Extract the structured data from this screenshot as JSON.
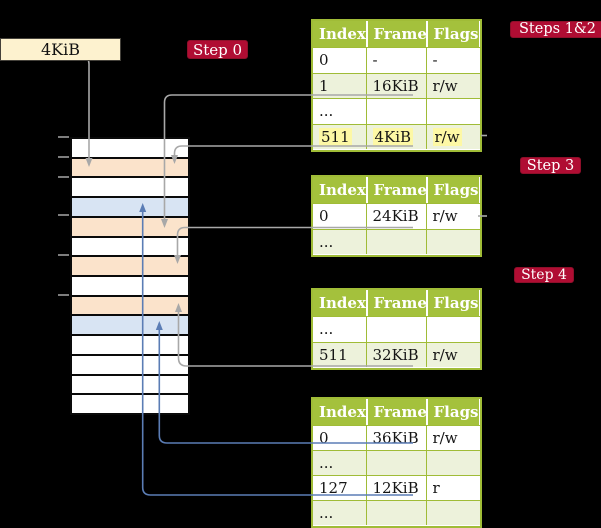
{
  "frame_box": {
    "label": "4KiB"
  },
  "badges": {
    "step0": "Step 0",
    "steps12": "Steps 1&2",
    "step3": "Step 3",
    "step4": "Step 4"
  },
  "memory": {
    "rows": [
      "free",
      "page-table",
      "free",
      "mapped-frame",
      "page-table",
      "free",
      "page-table",
      "free",
      "page-table",
      "mapped-frame",
      "free",
      "free",
      "free",
      "free"
    ]
  },
  "tables": [
    {
      "columns": [
        "Index",
        "Frame",
        "Flags"
      ],
      "rows": [
        {
          "cells": [
            "0",
            "-",
            "-"
          ],
          "shaded": false,
          "highlight": false
        },
        {
          "cells": [
            "1",
            "16KiB",
            "r/w"
          ],
          "shaded": true,
          "highlight": false
        },
        {
          "cells": [
            "...",
            "",
            ""
          ],
          "shaded": false,
          "highlight": false
        },
        {
          "cells": [
            "511",
            "4KiB",
            "r/w"
          ],
          "shaded": true,
          "highlight": true
        }
      ]
    },
    {
      "columns": [
        "Index",
        "Frame",
        "Flags"
      ],
      "rows": [
        {
          "cells": [
            "0",
            "24KiB",
            "r/w"
          ],
          "shaded": false,
          "highlight": false
        },
        {
          "cells": [
            "...",
            "",
            ""
          ],
          "shaded": true,
          "highlight": false
        }
      ]
    },
    {
      "columns": [
        "Index",
        "Frame",
        "Flags"
      ],
      "rows": [
        {
          "cells": [
            "...",
            "",
            ""
          ],
          "shaded": false,
          "highlight": false
        },
        {
          "cells": [
            "511",
            "32KiB",
            "r/w"
          ],
          "shaded": true,
          "highlight": false
        }
      ]
    },
    {
      "columns": [
        "Index",
        "Frame",
        "Flags"
      ],
      "rows": [
        {
          "cells": [
            "0",
            "36KiB",
            "r/w"
          ],
          "shaded": false,
          "highlight": false
        },
        {
          "cells": [
            "...",
            "",
            ""
          ],
          "shaded": true,
          "highlight": false
        },
        {
          "cells": [
            "127",
            "12KiB",
            "r"
          ],
          "shaded": false,
          "highlight": false
        },
        {
          "cells": [
            "...",
            "",
            ""
          ],
          "shaded": true,
          "highlight": false
        }
      ]
    }
  ],
  "colors": {
    "badge_bg": "#b00d33",
    "table_header_bg": "#a4c13c",
    "table_border": "#a0bc37",
    "table_shaded_row": "#edf2db",
    "highlight": "#fdf8a5",
    "frame_box_bg": "#fdf2cf",
    "memory_page_table_row": "#fbe3cb",
    "memory_mapped_frame_row": "#d8e4f3",
    "gray_connector": "#a8a8a8",
    "blue_connector": "#5b7db5"
  }
}
